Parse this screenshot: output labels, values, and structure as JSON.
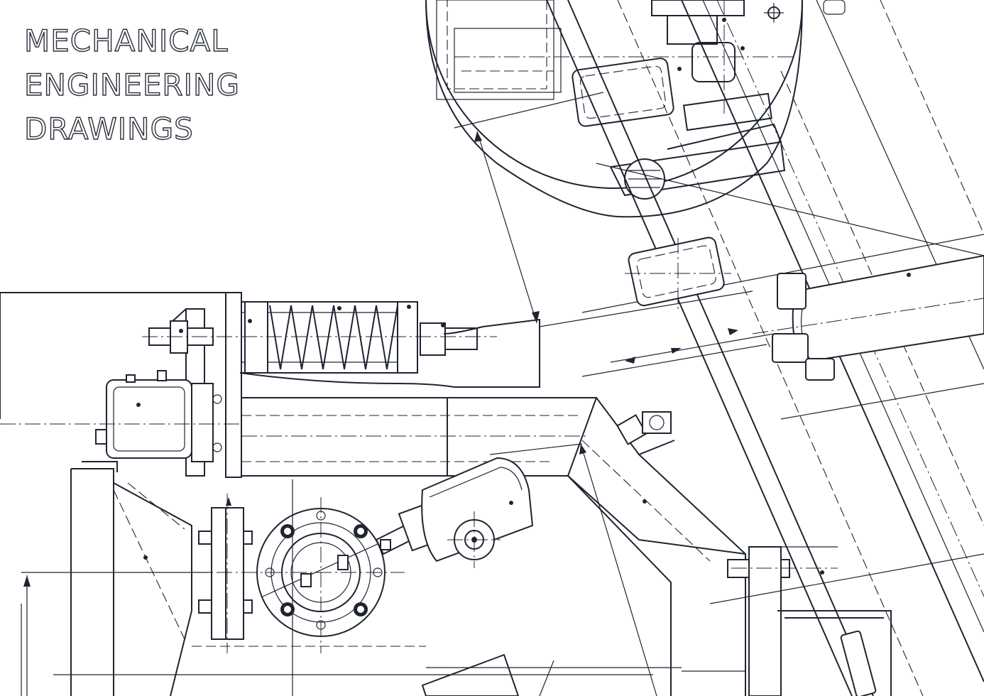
{
  "title": {
    "line1": "MECHANICAL",
    "line2": "ENGINEERING",
    "line3": "DRAWINGS"
  },
  "colors": {
    "background": "#ffffff",
    "line": "#1f2430"
  }
}
